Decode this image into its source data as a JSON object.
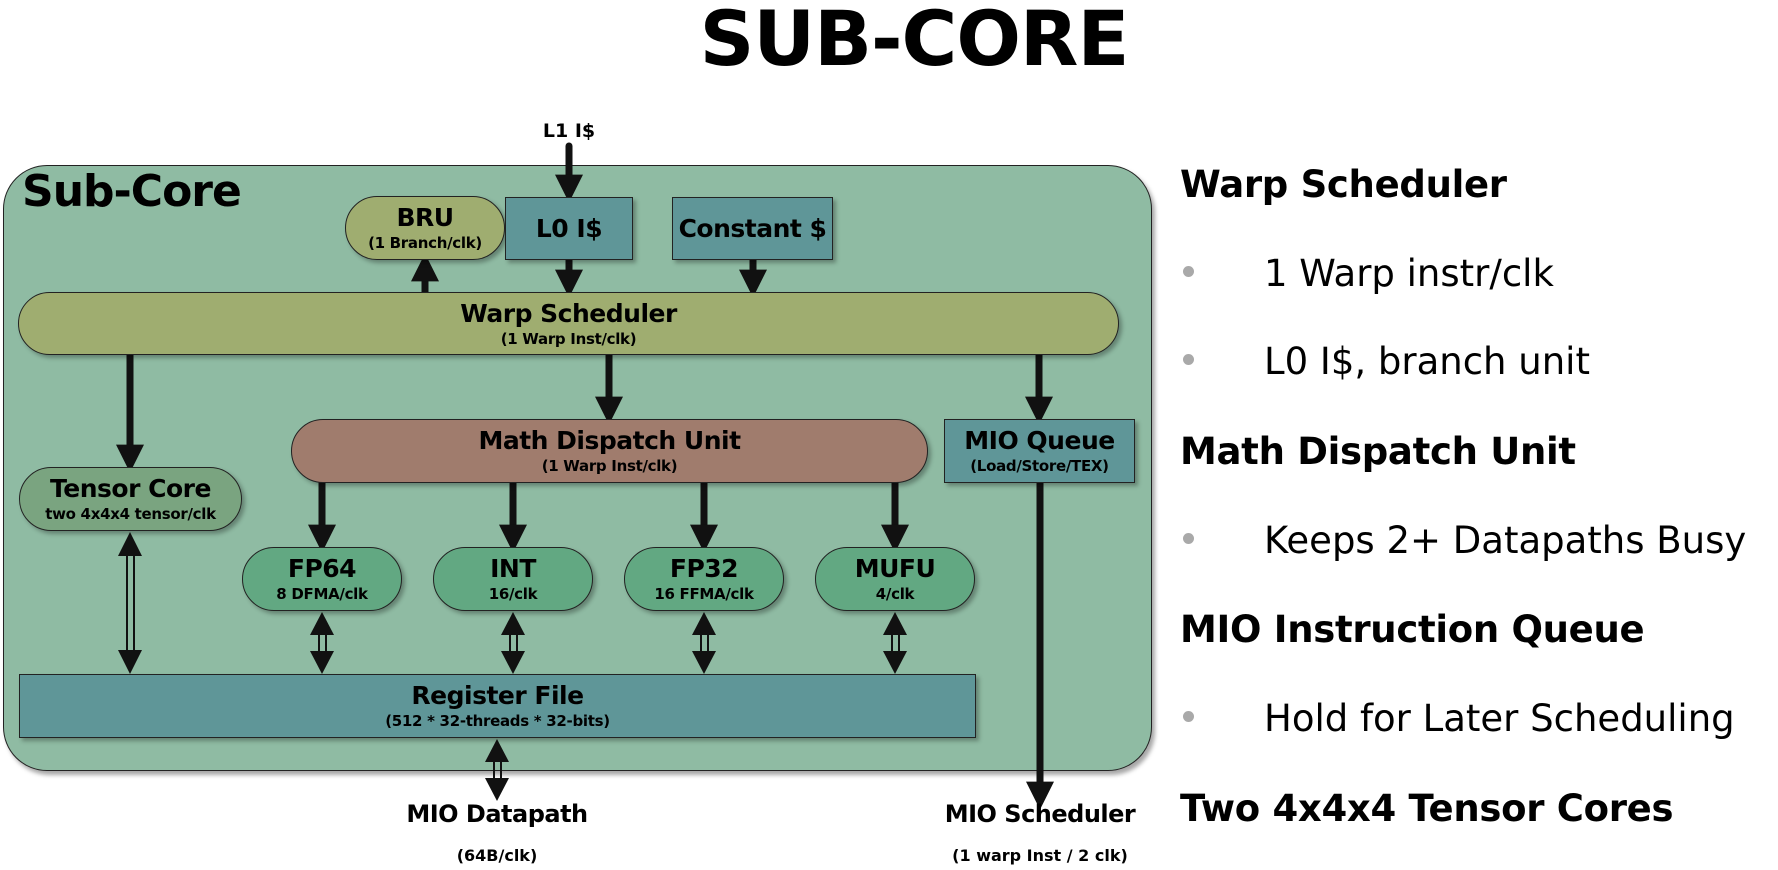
{
  "title": "SUB-CORE",
  "diagram": {
    "container_label": "Sub-Core",
    "external": {
      "l1_icache": "L1 I$",
      "mio_datapath": {
        "label": "MIO Datapath",
        "detail": "(64B/clk)"
      },
      "mio_scheduler": {
        "label": "MIO Scheduler",
        "detail": "(1 warp Inst / 2 clk)"
      }
    },
    "blocks": {
      "bru": {
        "label": "BRU",
        "detail": "(1 Branch/clk)"
      },
      "l0_icache": {
        "label": "L0 I$"
      },
      "constant_cache": {
        "label": "Constant $"
      },
      "warp_scheduler": {
        "label": "Warp Scheduler",
        "detail": "(1 Warp Inst/clk)"
      },
      "math_dispatch": {
        "label": "Math Dispatch Unit",
        "detail": "(1 Warp Inst/clk)"
      },
      "mio_queue": {
        "label": "MIO Queue",
        "detail": "(Load/Store/TEX)"
      },
      "tensor_core": {
        "label": "Tensor Core",
        "detail": "two 4x4x4 tensor/clk"
      },
      "register_file": {
        "label": "Register File",
        "detail": "(512 * 32-threads * 32-bits)"
      }
    },
    "units": [
      {
        "label": "FP64",
        "detail": "8 DFMA/clk"
      },
      {
        "label": "INT",
        "detail": "16/clk"
      },
      {
        "label": "FP32",
        "detail": "16 FFMA/clk"
      },
      {
        "label": "MUFU",
        "detail": "4/clk"
      }
    ],
    "colors": {
      "container": "#8fbba3",
      "scheduler": "#9fad70",
      "cache": "#5f9698",
      "dispatch": "#a07c6d",
      "unit": "#62a882",
      "tensor": "#7aa480"
    }
  },
  "summary": [
    {
      "heading": "Warp Scheduler",
      "bullets": [
        "1 Warp instr/clk",
        "L0 I$, branch unit"
      ]
    },
    {
      "heading": "Math Dispatch Unit",
      "bullets": [
        "Keeps 2+ Datapaths Busy"
      ]
    },
    {
      "heading": "MIO Instruction Queue",
      "bullets": [
        "Hold for Later Scheduling"
      ]
    },
    {
      "heading": "Two 4x4x4 Tensor Cores",
      "bullets": []
    }
  ]
}
